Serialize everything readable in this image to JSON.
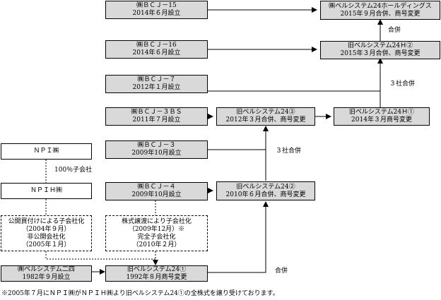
{
  "nodes": {
    "bcj15": [
      "㈱ＢＣＪ－15",
      "2014年６月設立"
    ],
    "bcj16": [
      "㈱ＢＣＪ－16",
      "2014年６月設立"
    ],
    "bcj7": [
      "㈱ＢＣＪ－７",
      "2012年１月設立"
    ],
    "bcj3bs": [
      "㈱ＢＣＪ－３ＢＳ",
      "2011年７月設立"
    ],
    "bcj3": [
      "㈱ＢＣＪ－３",
      "2009年10月設立"
    ],
    "bcj4": [
      "㈱ＢＣＪ－４",
      "2009年10月設立"
    ],
    "bell24hd": [
      "㈱ベルシステム24ホールディングス",
      "2015年９月合併、商号変更"
    ],
    "old24h2": [
      "旧ベルシステム24Ｈ②",
      "2015年３月合併、商号変更"
    ],
    "old24h1": [
      "旧ベルシステム24Ｈ①",
      "2014年３月商号変更"
    ],
    "old24_3": [
      "旧ベルシステム24③",
      "2012年３月合併、商号変更"
    ],
    "old24_2": [
      "旧ベルシステム24②",
      "2010年６月合併、商号変更"
    ],
    "npi": [
      "ＮＰＩ㈱"
    ],
    "npih": [
      "ＮＰＩＨ㈱"
    ],
    "npih_note": [
      "公開買付けによる子会社化",
      "（2004年９月）",
      "非公開会社化",
      "（2005年１月）"
    ],
    "bcj4_note": [
      "株式譲渡により子会社化",
      "（2009年12月）※",
      "完全子会社化",
      "（2010年２月）"
    ],
    "bell24_2": [
      "㈱ベルシステム二四",
      "1982年９月設立"
    ],
    "old24_1": [
      "旧ベルシステム24①",
      "1992年８月商号変更"
    ]
  },
  "labels": {
    "merge_a": "合併",
    "merge_3co_a": "３社合併",
    "merge_3co_b": "３社合併",
    "subsidiary": "100％子会社",
    "merge_b": "合併"
  },
  "footnote": "※2005年７月にＮＰＩ㈱がＮＰＩＨ㈱より旧ベルシステム24①の全株式を譲り受けております。"
}
